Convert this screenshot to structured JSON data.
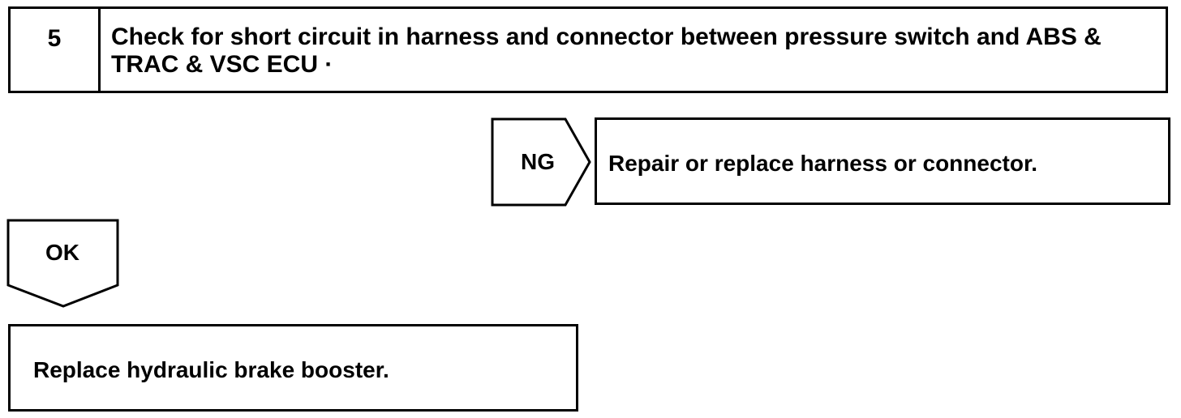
{
  "step": {
    "number": "5",
    "title": "Check for short circuit in harness and connector between pressure switch and ABS & TRAC & VSC ECU ·"
  },
  "branches": {
    "ng": {
      "label": "NG",
      "action": "Repair or replace harness or connector."
    },
    "ok": {
      "label": "OK",
      "action": "Replace hydraulic brake booster."
    }
  }
}
